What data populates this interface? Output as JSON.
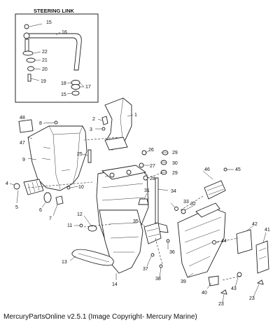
{
  "inset": {
    "title": "STEERING LINK",
    "labels": [
      "15",
      "16",
      "22",
      "21",
      "20",
      "19",
      "18",
      "17",
      "15"
    ]
  },
  "callouts": [
    "1",
    "2",
    "3",
    "4",
    "5",
    "6",
    "7",
    "8",
    "9",
    "10",
    "11",
    "12",
    "13",
    "14",
    "25",
    "26",
    "27",
    "28",
    "29",
    "30",
    "29",
    "31",
    "32",
    "33",
    "34",
    "35",
    "36",
    "37",
    "38",
    "39",
    "40",
    "41",
    "42",
    "43",
    "23",
    "23",
    "44",
    "45",
    "46",
    "47",
    "48"
  ],
  "footer": "MercuryPartsOnline v2.5.1 (Image Copyright- Mercury Marine)"
}
